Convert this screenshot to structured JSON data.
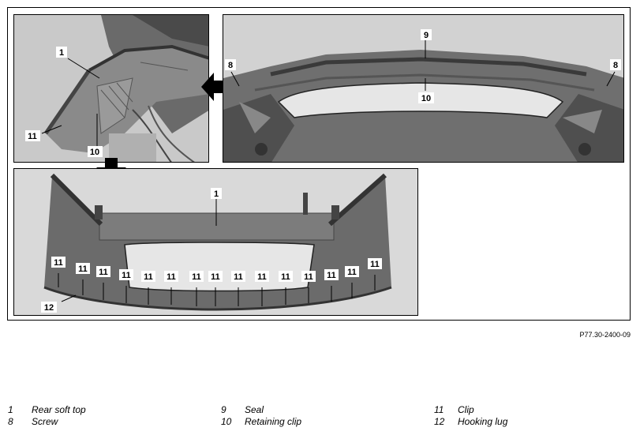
{
  "reference": "P77.30-2400-09",
  "callouts": {
    "rear_soft_top": "1",
    "screw": "8",
    "seal": "9",
    "retaining_clip": "10",
    "clip": "11",
    "hooking_lug": "12"
  },
  "legend": [
    [
      {
        "num": "1",
        "label": "Rear soft top"
      },
      {
        "num": "8",
        "label": "Screw"
      }
    ],
    [
      {
        "num": "9",
        "label": "Seal"
      },
      {
        "num": "10",
        "label": "Retaining clip"
      }
    ],
    [
      {
        "num": "11",
        "label": "Clip"
      },
      {
        "num": "12",
        "label": "Hooking lug"
      }
    ]
  ]
}
